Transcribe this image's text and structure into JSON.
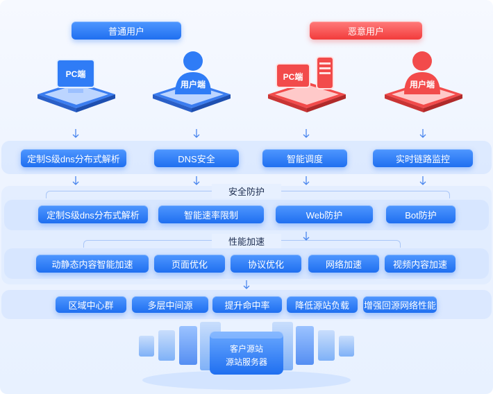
{
  "user_groups": {
    "normal": "普通用户",
    "malicious": "恶意用户"
  },
  "devices": {
    "normal_pc": "PC端",
    "normal_user": "用户端",
    "malicious_pc": "PC端",
    "malicious_user": "用户端"
  },
  "colors": {
    "blue": "#1f6ff0",
    "red": "#f23b3b",
    "band": "#cde0ff"
  },
  "row1": [
    "定制S级dns分布式解析",
    "DNS安全",
    "智能调度",
    "实时链路监控"
  ],
  "section_security": "安全防护",
  "row2": [
    "定制S级dns分布式解析",
    "智能速率限制",
    "Web防护",
    "Bot防护"
  ],
  "section_performance": "性能加速",
  "row3": [
    "动静态内容智能加速",
    "页面优化",
    "协议优化",
    "网络加速",
    "视频内容加速"
  ],
  "row4": [
    "区域中心群",
    "多层中间源",
    "提升命中率",
    "降低源站负载",
    "增强回源网络性能"
  ],
  "origin": {
    "line1": "客户源站",
    "line2": "源站服务器"
  }
}
